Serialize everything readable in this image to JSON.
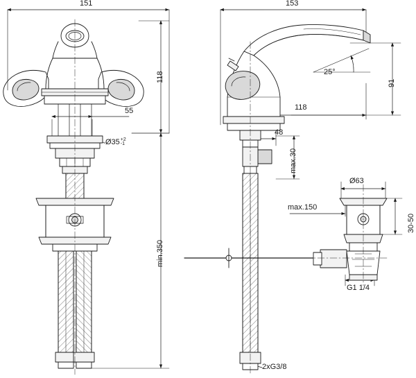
{
  "drawing": {
    "title": "Basin mixer tap technical dimension drawing",
    "line_color": "#1a1a1a",
    "fill_light": "#f2f2f2",
    "fill_mid": "#d9d9d9",
    "hatch_color": "#808080"
  },
  "labels": {
    "left_top_width": "151",
    "left_height_118": "118",
    "left_spout_55": "55",
    "left_hole_dia": "Ø35",
    "left_hole_tol_plus": "+2",
    "left_hole_tol_minus": "-1",
    "left_min_350": "min.350",
    "right_top_width": "153",
    "right_angle": "25°",
    "right_height_91": "91",
    "right_reach_118": "118",
    "right_offset_48": "48",
    "right_max_30": "max.30",
    "right_max_150": "max.150",
    "right_waste_dia": "Ø63",
    "right_thickness": "30-50",
    "right_thread_outlet": "G1 1/4",
    "right_inlet_thread": "2xG3/8"
  }
}
